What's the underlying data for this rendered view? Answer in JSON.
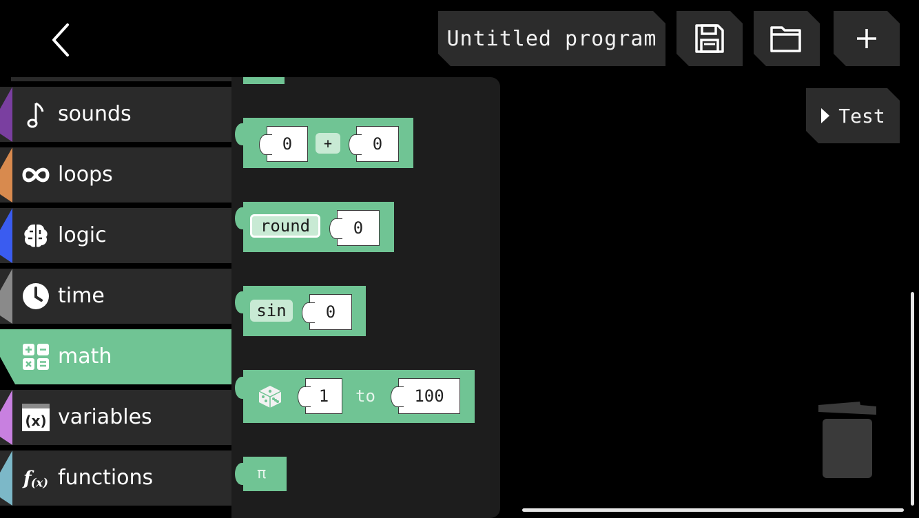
{
  "header": {
    "program_title": "Untitled program",
    "test_label": "Test"
  },
  "categories": [
    {
      "label": "sounds",
      "icon": "music-note-icon",
      "color": "#7a3fa0"
    },
    {
      "label": "loops",
      "icon": "infinity-icon",
      "color": "#d88a4e"
    },
    {
      "label": "logic",
      "icon": "brain-icon",
      "color": "#3a5cf0"
    },
    {
      "label": "time",
      "icon": "clock-icon",
      "color": "#8a8a8a"
    },
    {
      "label": "math",
      "icon": "calculator-icon",
      "color": "#70c494"
    },
    {
      "label": "variables",
      "icon": "variable-x-icon",
      "color": "#c880e0"
    },
    {
      "label": "functions",
      "icon": "function-fx-icon",
      "color": "#7cb8c8"
    }
  ],
  "blocks": {
    "arith": {
      "left": "0",
      "op": "+",
      "right": "0"
    },
    "round": {
      "fn": "round",
      "value": "0"
    },
    "sin": {
      "fn": "sin",
      "value": "0"
    },
    "random": {
      "from": "1",
      "to_word": "to",
      "to": "100"
    },
    "pi": {
      "symbol": "π"
    }
  },
  "colors": {
    "block_green": "#70c494",
    "panel": "#1d1d1d",
    "button": "#2c2c2c"
  }
}
